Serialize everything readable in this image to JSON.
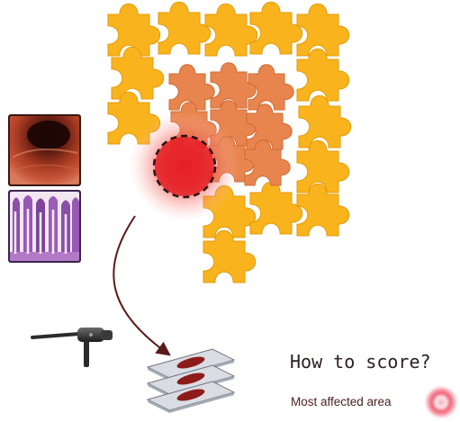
{
  "question": "How to score?",
  "legend": {
    "label": "Most affected area",
    "marker_color": "#e8354a"
  },
  "colors": {
    "outer_puzzle": "#f9b31d",
    "outer_puzzle_stroke": "#e39b09",
    "inner_puzzle": "#e8844d",
    "inner_puzzle_stroke": "#cf6b35",
    "lesion": "#e8202a",
    "arrow": "#5a1a1a"
  },
  "icons": [
    "endoscopy-image",
    "histology-image",
    "endoscope-icon",
    "slides-icon"
  ]
}
